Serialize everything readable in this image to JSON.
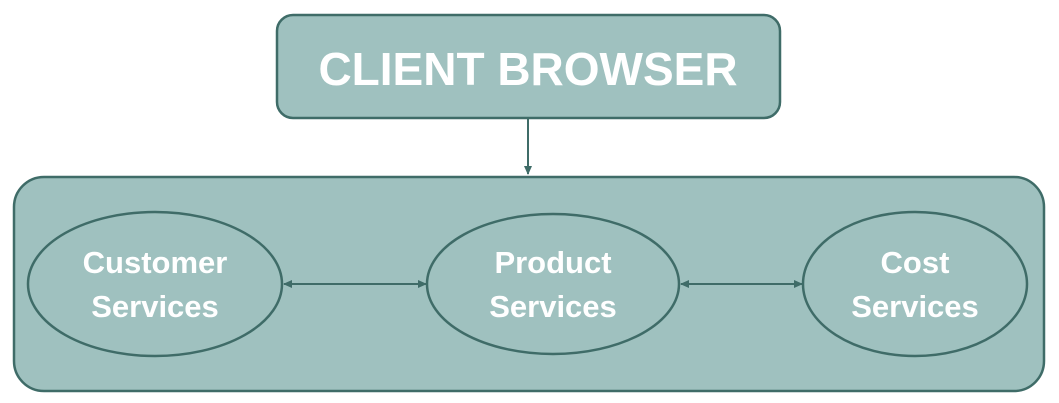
{
  "client": {
    "title": "CLIENT BROWSER"
  },
  "services": [
    {
      "line1": "Customer",
      "line2": "Services"
    },
    {
      "line1": "Product",
      "line2": "Services"
    },
    {
      "line1": "Cost",
      "line2": "Services"
    }
  ],
  "colors": {
    "fill": "#9fc1bf",
    "stroke": "#3f6c68",
    "text": "#ffffff"
  }
}
